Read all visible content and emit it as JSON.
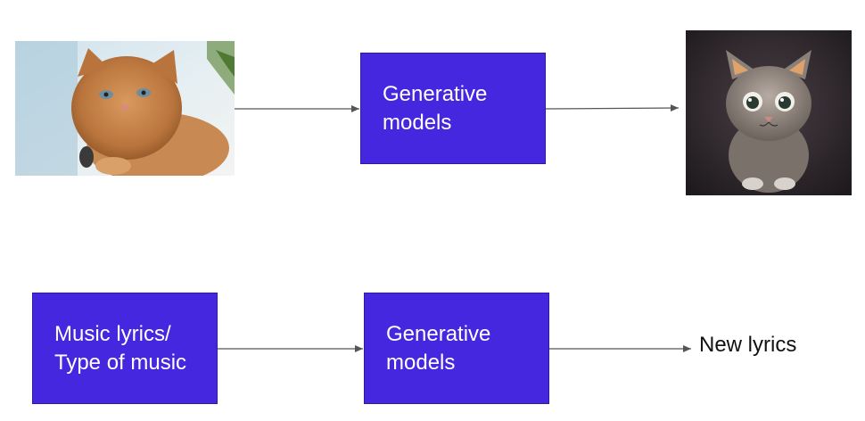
{
  "colors": {
    "box_fill": "#4527e0",
    "box_text": "#ffffff",
    "arrow": "#555555"
  },
  "row1": {
    "input_image": "kitten-photo",
    "model_box": {
      "line1": "Generative",
      "line2": "models"
    },
    "output_image": "cartoon-cat-illustration"
  },
  "row2": {
    "input_box": {
      "line1": "Music lyrics/",
      "line2": "Type of music"
    },
    "model_box": {
      "line1": "Generative",
      "line2": "models"
    },
    "output_text": "New lyrics"
  }
}
